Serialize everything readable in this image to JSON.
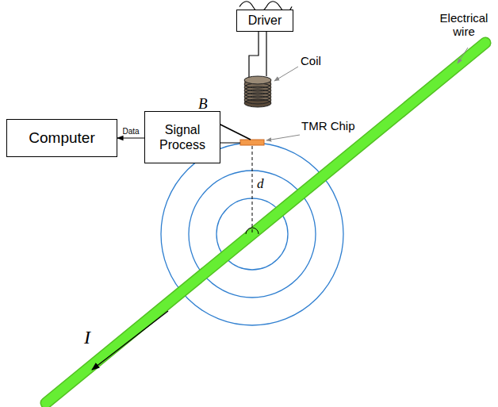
{
  "diagram": {
    "nodes": [
      {
        "text": [
          "Driver"
        ]
      },
      {
        "text": [
          "Computer"
        ]
      },
      {
        "text": [
          "Signal Process"
        ]
      }
    ],
    "edges": [
      {
        "from": 2,
        "to": 1,
        "label": "Data",
        "arrow": "to"
      }
    ],
    "labels": [
      "Electrical wire",
      "Coil",
      "TMR Chip",
      "B",
      "d",
      "I"
    ]
  }
}
